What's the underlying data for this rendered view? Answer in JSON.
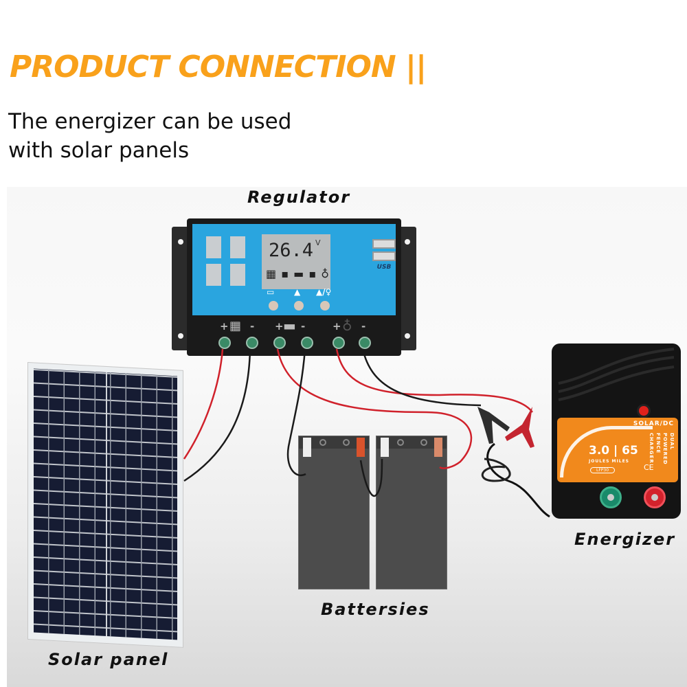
{
  "header": {
    "title": "PRODUCT CONNECTION ||",
    "subtitle_line1": "The energizer can be used",
    "subtitle_line2": "with solar panels"
  },
  "components": {
    "regulator": {
      "label": "Regulator",
      "display_value": "26.4",
      "display_unit": "V",
      "display_flow": "▦ ▪ ▬ ▪ ♁",
      "usb_label": "USB",
      "key_icons": [
        "▭",
        "▲",
        "▲/♀"
      ],
      "terminal_groups": [
        {
          "name": "solar",
          "plus": "+",
          "minus": "-",
          "icon": "▦"
        },
        {
          "name": "battery",
          "plus": "+",
          "minus": "-",
          "icon": "▬"
        },
        {
          "name": "load",
          "plus": "+",
          "minus": "-",
          "icon": "♁"
        }
      ]
    },
    "solar_panel": {
      "label": "Solar panel"
    },
    "batteries": {
      "label": "Battersies"
    },
    "energizer": {
      "label": "Energizer",
      "brand_text": "SOLAR/DC",
      "rating": "3.0 | 65",
      "rating_units": "JOULES  MILES",
      "model": "LFP30",
      "certification": "CE",
      "side_text": "DUAL POWERED FENCE CHARGER"
    }
  },
  "colors": {
    "title_orange": "#f9a11b",
    "regulator_blue": "#2aa5df",
    "energizer_orange": "#f1891c",
    "wire_red": "#d0212b",
    "wire_black": "#1a1a1a"
  }
}
